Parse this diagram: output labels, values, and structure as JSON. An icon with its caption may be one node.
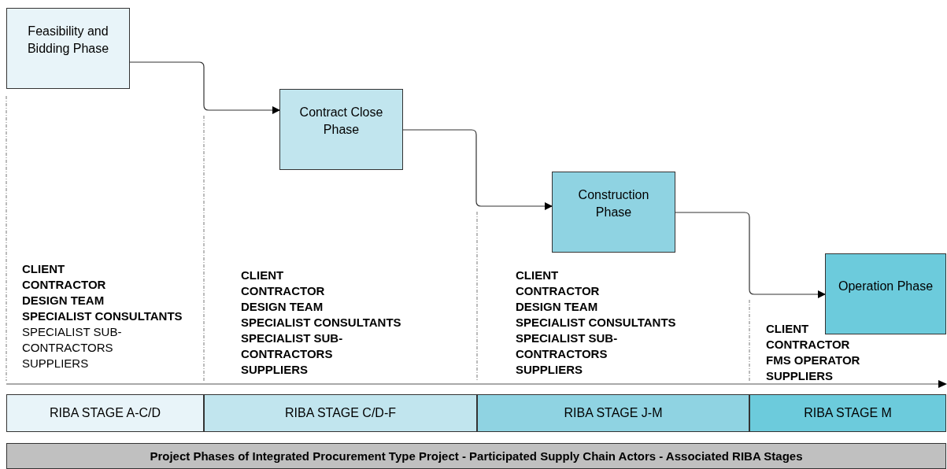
{
  "diagram": {
    "nodes": [
      {
        "text": [
          "Feasibility and Bidding Phase"
        ]
      },
      {
        "text": [
          "Contract Close Phase"
        ]
      },
      {
        "text": [
          "Construction Phase"
        ]
      },
      {
        "text": [
          "Operation Phase"
        ]
      },
      {
        "text": [
          "RIBA STAGE A-C/D"
        ]
      },
      {
        "text": [
          "RIBA STAGE C/D-F"
        ]
      },
      {
        "text": [
          "RIBA STAGE J-M"
        ]
      },
      {
        "text": [
          "RIBA STAGE M"
        ]
      },
      {
        "text": [
          "Project Phases of Integrated Procurement Type Project - Participated Supply Chain Actors - Associated RIBA Stages"
        ]
      }
    ],
    "edges": [
      {
        "from": 0,
        "to": 1,
        "arrow": "to"
      },
      {
        "from": 1,
        "to": 2,
        "arrow": "to"
      },
      {
        "from": 2,
        "to": 3,
        "arrow": "to"
      }
    ],
    "labels": [
      "CLIENT",
      "CONTRACTOR",
      "DESIGN TEAM",
      "SPECIALIST CONSULTANTS",
      "SPECIALIST SUB-CONTRACTORS",
      "SUPPLIERS",
      "CLIENT",
      "CONTRACTOR",
      "DESIGN TEAM",
      "SPECIALIST CONSULTANTS",
      "SPECIALIST SUB-CONTRACTORS",
      "SUPPLIERS",
      "CLIENT",
      "CONTRACTOR",
      "DESIGN TEAM",
      "SPECIALIST CONSULTANTS",
      "SPECIALIST SUB-CONTRACTORS",
      "SUPPLIERS",
      "CLIENT",
      "CONTRACTOR",
      "FMS OPERATOR",
      "SUPPLIERS"
    ]
  }
}
